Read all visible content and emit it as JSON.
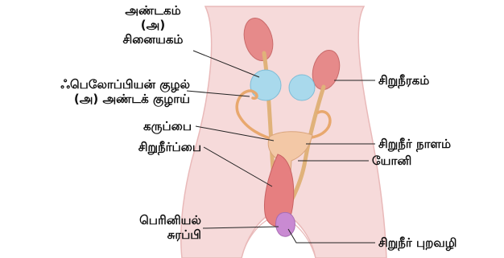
{
  "labels": {
    "ovary_line1": "அண்டகம்",
    "ovary_line2": "(அ)",
    "ovary_line3": "சினையகம்",
    "fallopian_line1": "ஃபெலோப்பியன் குழல்",
    "fallopian_line2": "(அ) அண்டக் குழாய்",
    "uterus": "கருப்பை",
    "bladder": "சிறுநீர்ப்பை",
    "perineal_line1": "பெரினியல்",
    "perineal_line2": "சுரப்பி",
    "kidney": "சிறுநீரகம்",
    "ureter": "சிறுநீர் நாளம்",
    "vagina": "யோனி",
    "urethral_opening": "சிறுநீர் புறவழி"
  },
  "colors": {
    "body": "#f6dada",
    "kidney": "#e68a8a",
    "ureter": "#e0b27a",
    "ovary": "#a9d9ec",
    "uterus": "#f3c8a6",
    "bladder": "#e67f80",
    "gland": "#c98ad2"
  }
}
